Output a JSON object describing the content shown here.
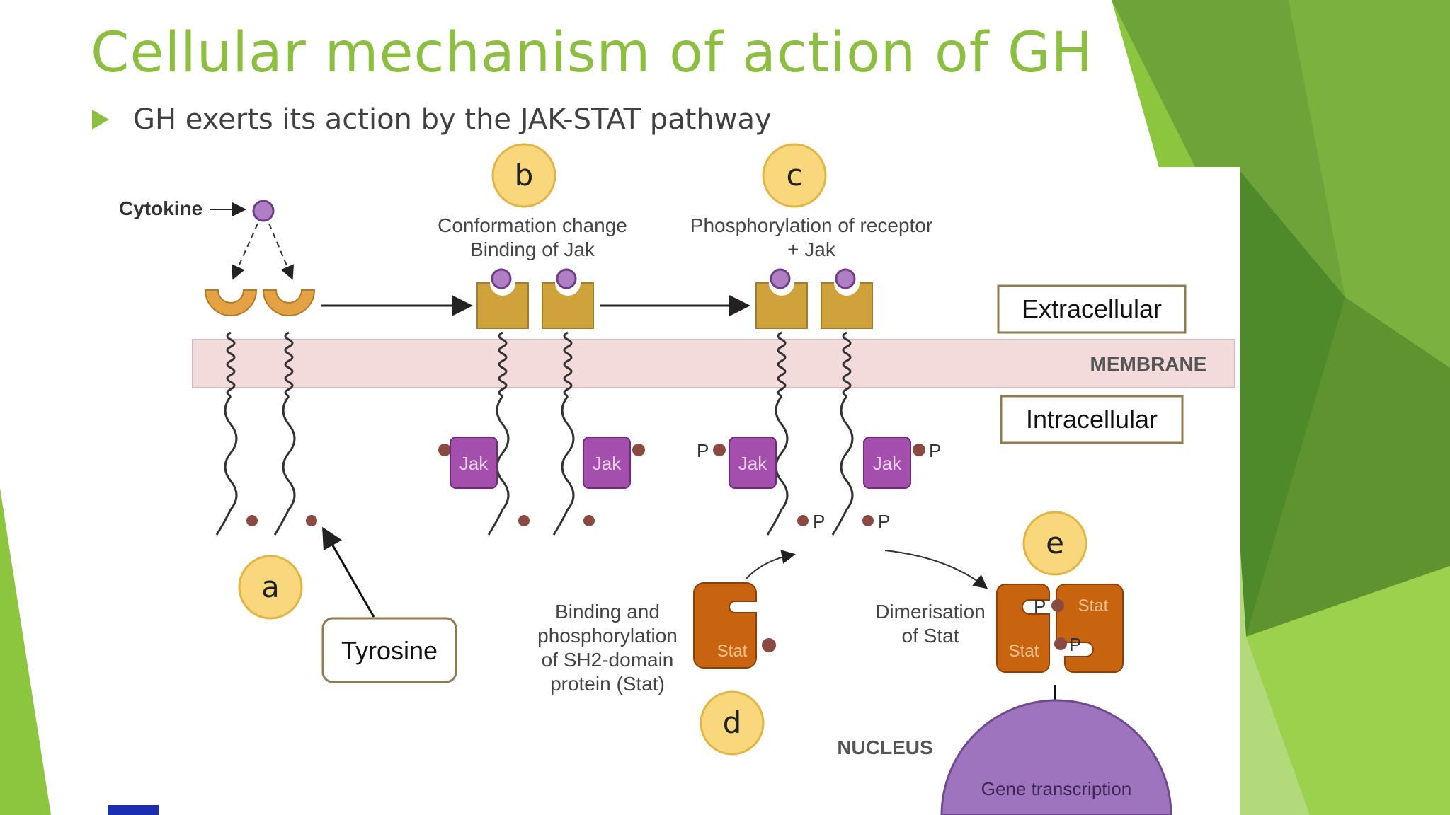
{
  "slide": {
    "title": "Cellular mechanism of action of GH",
    "bullet": "GH exerts its action by the JAK-STAT pathway"
  },
  "diagram": {
    "step_labels": [
      "a",
      "b",
      "c",
      "d",
      "e"
    ],
    "cytokine_label": "Cytokine",
    "step_b_caption": [
      "Conformation change",
      "Binding of Jak"
    ],
    "step_c_caption": [
      "Phosphorylation of receptor",
      "+ Jak"
    ],
    "membrane_label": "MEMBRANE",
    "extracellular_label": "Extracellular",
    "intracellular_label": "Intracellular",
    "tyrosine_label": "Tyrosine",
    "jak_label": "Jak",
    "phosphate_label": "P",
    "stat_label": "Stat",
    "step_d_caption": [
      "Binding and",
      "phosphorylation",
      "of SH2-domain",
      "protein (Stat)"
    ],
    "step_e_caption": [
      "Dimerisation",
      "of Stat"
    ],
    "nucleus_label": "NUCLEUS",
    "gene_transcription_label": "Gene transcription"
  },
  "colors": {
    "title_green": "#8cbf3f",
    "accent_dark_green": "#5e8f32",
    "receptor_orange": "#e3a244",
    "receptor_gold": "#cfa23c",
    "jak_purple": "#a44fae",
    "ligand_purple": "#b07ec4",
    "membrane_pink": "#f3dadb",
    "stat_orange": "#c8640f",
    "nucleus_purple": "#9d74bd",
    "step_circle_fill": "#f9d77c",
    "phosphate_brown": "#8a4a42"
  }
}
